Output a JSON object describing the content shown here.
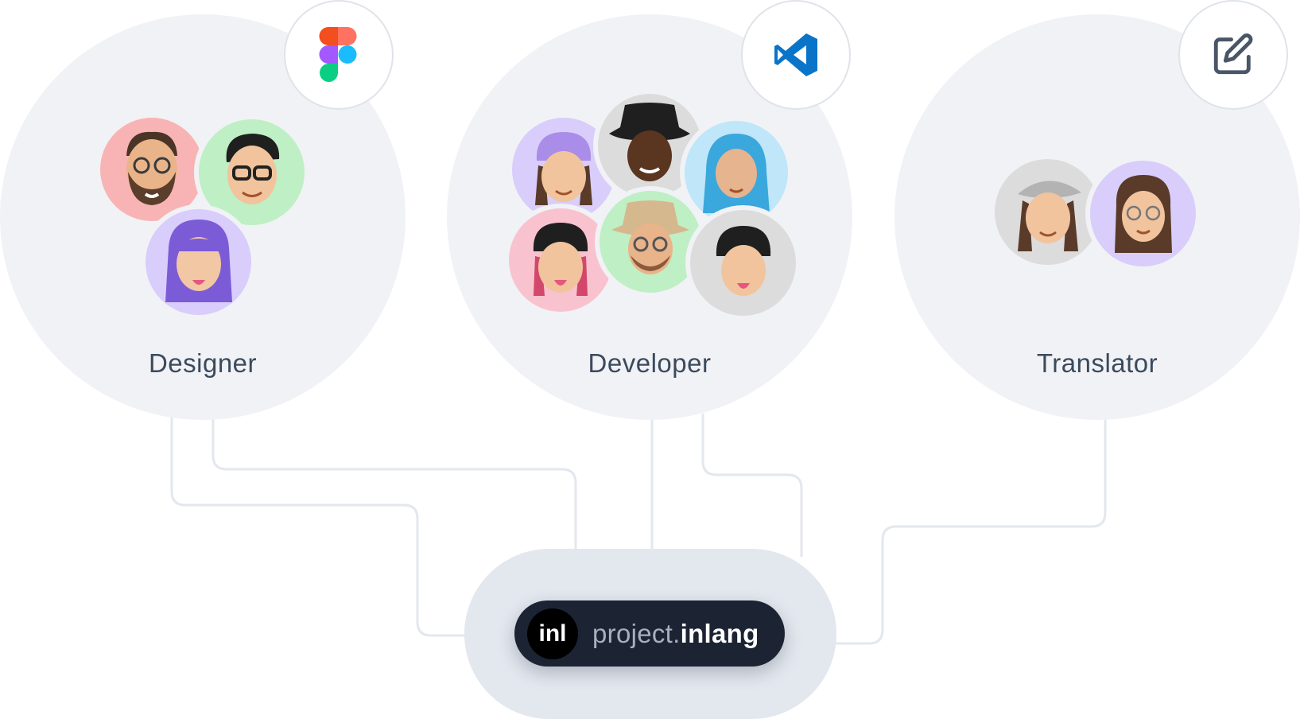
{
  "roles": [
    {
      "id": "designer",
      "label": "Designer",
      "tool_icon": "figma-icon"
    },
    {
      "id": "developer",
      "label": "Developer",
      "tool_icon": "vscode-icon"
    },
    {
      "id": "translator",
      "label": "Translator",
      "tool_icon": "edit-icon"
    }
  ],
  "hub": {
    "logo_text": "inl",
    "file_prefix": "project.",
    "file_suffix": "inlang"
  },
  "colors": {
    "role_circle": "#f1f2f5",
    "hub_background": "#e3e7ee",
    "pill_background": "#1c2434",
    "connector": "#e3e7ee",
    "label_text": "#3b4a5d",
    "avatar_backgrounds": [
      "#f8b4b4",
      "#bfefc4",
      "#d9cdfb",
      "#dcdcdc",
      "#bfe6f9",
      "#f8c3cf"
    ]
  }
}
